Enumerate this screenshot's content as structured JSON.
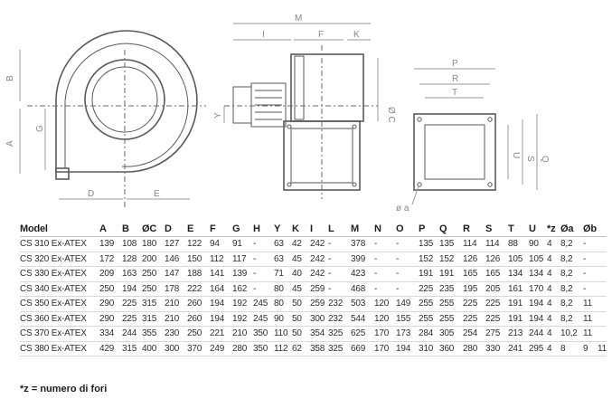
{
  "drawing_labels": {
    "side": {
      "A": "A",
      "B": "B",
      "G": "G",
      "D": "D",
      "E": "E"
    },
    "front": {
      "M": "M",
      "I": "I",
      "F": "F",
      "K": "K",
      "Y": "Y",
      "C": "Ø C"
    },
    "flange": {
      "P": "P",
      "R": "R",
      "T": "T",
      "U": "U",
      "S": "S",
      "Q": "Q",
      "a": "ø a"
    }
  },
  "table": {
    "columns": [
      "Model",
      "A",
      "B",
      "ØC",
      "D",
      "E",
      "F",
      "G",
      "H",
      "Y",
      "K",
      "I",
      "L",
      "M",
      "N",
      "O",
      "P",
      "Q",
      "R",
      "S",
      "T",
      "U",
      "*z",
      "Øa",
      "Øb"
    ],
    "rows": [
      [
        "CS 310 Ex-ATEX",
        "139",
        "108",
        "180",
        "127",
        "122",
        "94",
        "91",
        "-",
        "63",
        "42",
        "242",
        "-",
        "378",
        "-",
        "-",
        "135",
        "135",
        "114",
        "114",
        "88",
        "90",
        "4",
        "8,2",
        "-"
      ],
      [
        "CS 320 Ex-ATEX",
        "172",
        "128",
        "200",
        "146",
        "150",
        "112",
        "117",
        "-",
        "63",
        "45",
        "242",
        "-",
        "399",
        "-",
        "-",
        "152",
        "152",
        "126",
        "126",
        "105",
        "105",
        "4",
        "8,2",
        "-"
      ],
      [
        "CS 330 Ex-ATEX",
        "209",
        "163",
        "250",
        "147",
        "188",
        "141",
        "139",
        "-",
        "71",
        "40",
        "242",
        "-",
        "423",
        "-",
        "-",
        "191",
        "191",
        "165",
        "165",
        "134",
        "134",
        "4",
        "8,2",
        "-"
      ],
      [
        "CS 340 Ex-ATEX",
        "250",
        "194",
        "250",
        "178",
        "222",
        "164",
        "162",
        "-",
        "80",
        "45",
        "259",
        "-",
        "468",
        "-",
        "-",
        "225",
        "235",
        "195",
        "205",
        "161",
        "170",
        "4",
        "8,2",
        "-"
      ],
      [
        "CS 350 Ex-ATEX",
        "290",
        "225",
        "315",
        "210",
        "260",
        "194",
        "192",
        "245",
        "80",
        "50",
        "259",
        "232",
        "503",
        "120",
        "149",
        "255",
        "255",
        "225",
        "225",
        "191",
        "194",
        "4",
        "8,2",
        "11"
      ],
      [
        "CS 360 Ex-ATEX",
        "290",
        "225",
        "315",
        "210",
        "260",
        "194",
        "192",
        "245",
        "90",
        "50",
        "300",
        "232",
        "544",
        "120",
        "155",
        "255",
        "255",
        "225",
        "225",
        "191",
        "194",
        "4",
        "8,2",
        "11"
      ],
      [
        "CS 370 Ex-ATEX",
        "334",
        "244",
        "355",
        "230",
        "250",
        "221",
        "210",
        "350",
        "110",
        "50",
        "354",
        "325",
        "625",
        "170",
        "173",
        "284",
        "305",
        "254",
        "275",
        "213",
        "244",
        "4",
        "10,2",
        "11"
      ],
      [
        "CS 380 Ex-ATEX",
        "429",
        "315",
        "400",
        "300",
        "370",
        "249",
        "280",
        "350",
        "112",
        "62",
        "358",
        "325",
        "669",
        "170",
        "194",
        "310",
        "360",
        "280",
        "330",
        "241",
        "295",
        "4",
        "8",
        "9",
        "11"
      ]
    ]
  },
  "footnote": "*z = numero di fori"
}
